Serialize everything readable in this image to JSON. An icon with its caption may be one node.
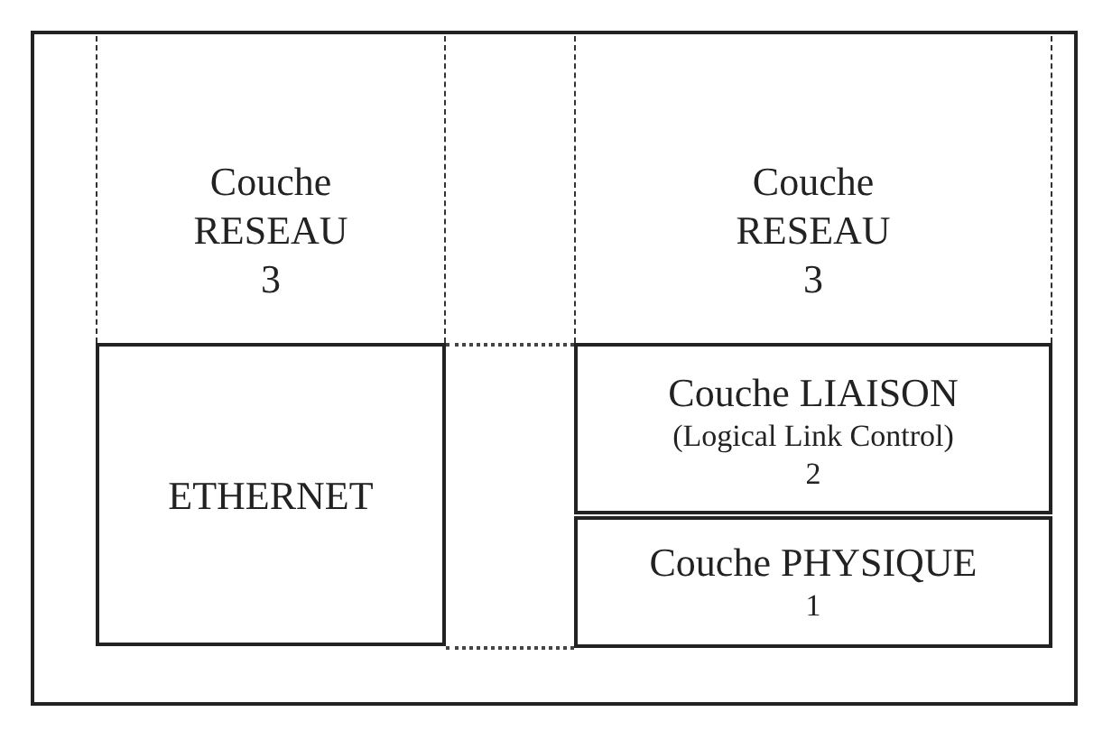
{
  "diagram": {
    "nodes": [
      {
        "text": [
          "Couche",
          "RESEAU",
          "3"
        ]
      },
      {
        "text": [
          "ETHERNET"
        ]
      },
      {
        "text": [],
        "shape": "box"
      },
      {
        "text": [
          "Couche",
          "RESEAU",
          "3"
        ]
      },
      {
        "text": [
          "Couche LIAISON",
          "(Logical Link Control)",
          "2"
        ]
      },
      {
        "text": [
          "Couche PHYSIQUE",
          "1"
        ]
      }
    ]
  }
}
